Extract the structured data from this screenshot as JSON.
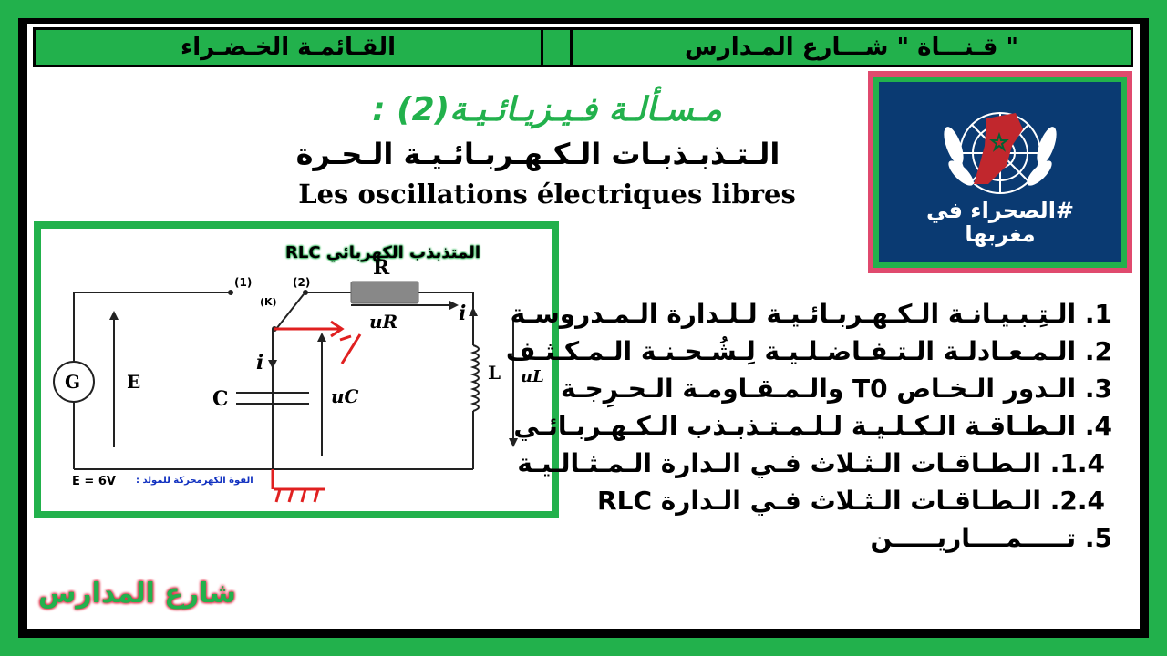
{
  "header": {
    "left": "القـائمـة الخـضـراء",
    "right": "قـنـــاة \" شـــارع المـدارس \""
  },
  "titles": {
    "problem": "مـسـألـة فـيـزيـائـيـة(2) :",
    "arabic": "الـتـذبـذبـات الـكـهـربـائـيـة الـحـرة",
    "french": "Les oscillations électriques libres"
  },
  "logo": {
    "line1": "#الصحراء في",
    "line2": "مغربها"
  },
  "diagram": {
    "title": "المتذبذب الكهربائي RLC",
    "labels": {
      "sw1": "(1)",
      "sw2": "(2)",
      "k": "(K)",
      "r": "R",
      "ur": "uR",
      "i_top": "i",
      "i_left": "i",
      "g": "G",
      "e": "E",
      "c": "C",
      "uc": "uC",
      "l": "L",
      "ul": "uL",
      "emf": "E = 6V",
      "emf_caption": "القوة الكهرمحركة للمولد :"
    },
    "colors": {
      "wire": "#222222",
      "resistor": "#888888",
      "annotation": "#e02020"
    }
  },
  "list": [
    "1. الـتِـبـيـانـة الـكـهـربـائـيـة لـلـدارة الـمـدروسـة",
    "2. الـمـعـادلـة الـتـفـاضـلـيـة لِـشُـحـنـة الـمـكـثـف",
    "3. الـدور الـخـاص T0 والـمـقـاومـة الـحـرِجـة",
    "4. الـطـاقـة الـكـلـيـة لـلـمـتـذبـذب الـكـهـربـائـي",
    "1.4. الـطـاقـات الـثـلاث فـي الـدارة الـمـثـالـيـة",
    "2.4. الـطـاقـات الـثـلاث فـي الـدارة RLC",
    "5. تـــــمــــاريـــــن"
  ],
  "brand": "شارع المدارس"
}
